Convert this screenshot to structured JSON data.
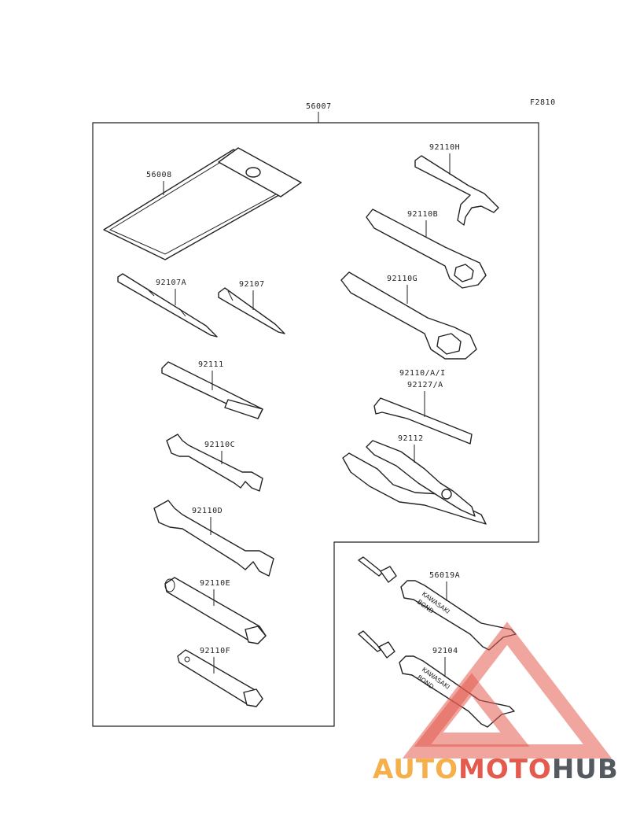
{
  "figure_code": "F2810",
  "assembly_label": "56007",
  "parts": [
    {
      "id": "pouch",
      "label": "56008",
      "icon": "tool-pouch-icon"
    },
    {
      "id": "screwdriver_a",
      "label": "92107A",
      "icon": "screwdriver-bit-icon"
    },
    {
      "id": "screwdriver",
      "label": "92107",
      "icon": "screwdriver-icon"
    },
    {
      "id": "handle",
      "label": "92111",
      "icon": "handle-bar-icon"
    },
    {
      "id": "wrench_c",
      "label": "92110C",
      "icon": "open-end-wrench-icon"
    },
    {
      "id": "wrench_d",
      "label": "92110D",
      "icon": "open-end-wrench-icon"
    },
    {
      "id": "socket_e",
      "label": "92110E",
      "icon": "box-socket-wrench-icon"
    },
    {
      "id": "socket_f",
      "label": "92110F",
      "icon": "box-socket-wrench-icon"
    },
    {
      "id": "hook_h",
      "label": "92110H",
      "icon": "hook-spanner-icon"
    },
    {
      "id": "ring_b",
      "label": "92110B",
      "icon": "ring-spanner-icon"
    },
    {
      "id": "ring_g",
      "label": "92110G",
      "icon": "ring-spanner-icon"
    },
    {
      "id": "hex_key",
      "label": "92110/A/I",
      "label2": "92127/A",
      "icon": "hex-key-icon"
    },
    {
      "id": "pliers",
      "label": "92112",
      "icon": "pliers-icon"
    },
    {
      "id": "bond_a",
      "label": "56019A",
      "icon": "bond-tube-icon"
    },
    {
      "id": "bond_b",
      "label": "92104",
      "icon": "bond-tube-icon"
    }
  ],
  "tube_text": {
    "line1": "KAWASAKI",
    "line2": "BOND"
  },
  "watermark": {
    "part1": "AUTO",
    "part2": "MOTO",
    "part3": "HUB",
    "icon": "triangle-logo-icon"
  },
  "colors": {
    "ink": "#222222",
    "logo_orange": "#f5b04b",
    "logo_red": "#e45b4e",
    "logo_gray": "#555a60"
  }
}
